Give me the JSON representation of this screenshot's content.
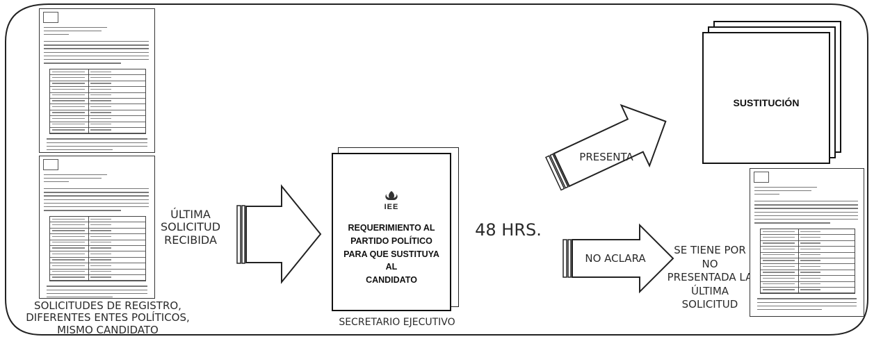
{
  "left_caption": [
    "SOLICITUDES DE REGISTRO,",
    "DIFERENTES ENTES POLÍTICOS,",
    "MISMO CANDIDATO"
  ],
  "arrow1_label": [
    "ÚLTIMA",
    "SOLICITUD",
    "RECIBIDA"
  ],
  "center_doc": {
    "logo_text": "IEE",
    "text": [
      "REQUERIMIENTO AL",
      "PARTIDO POLÍTICO",
      "PARA QUE SUSTITUYA",
      "AL",
      "CANDIDATO"
    ],
    "caption": "SECRETARIO EJECUTIVO"
  },
  "time_label": "48 HRS.",
  "branch_up": {
    "label": "PRESENTA",
    "result": "SUSTITUCIÓN"
  },
  "branch_down": {
    "label": "NO ACLARA",
    "result": [
      "SE TIENE POR NO",
      "PRESENTADA LA",
      "ÚLTIMA SOLICITUD"
    ]
  }
}
